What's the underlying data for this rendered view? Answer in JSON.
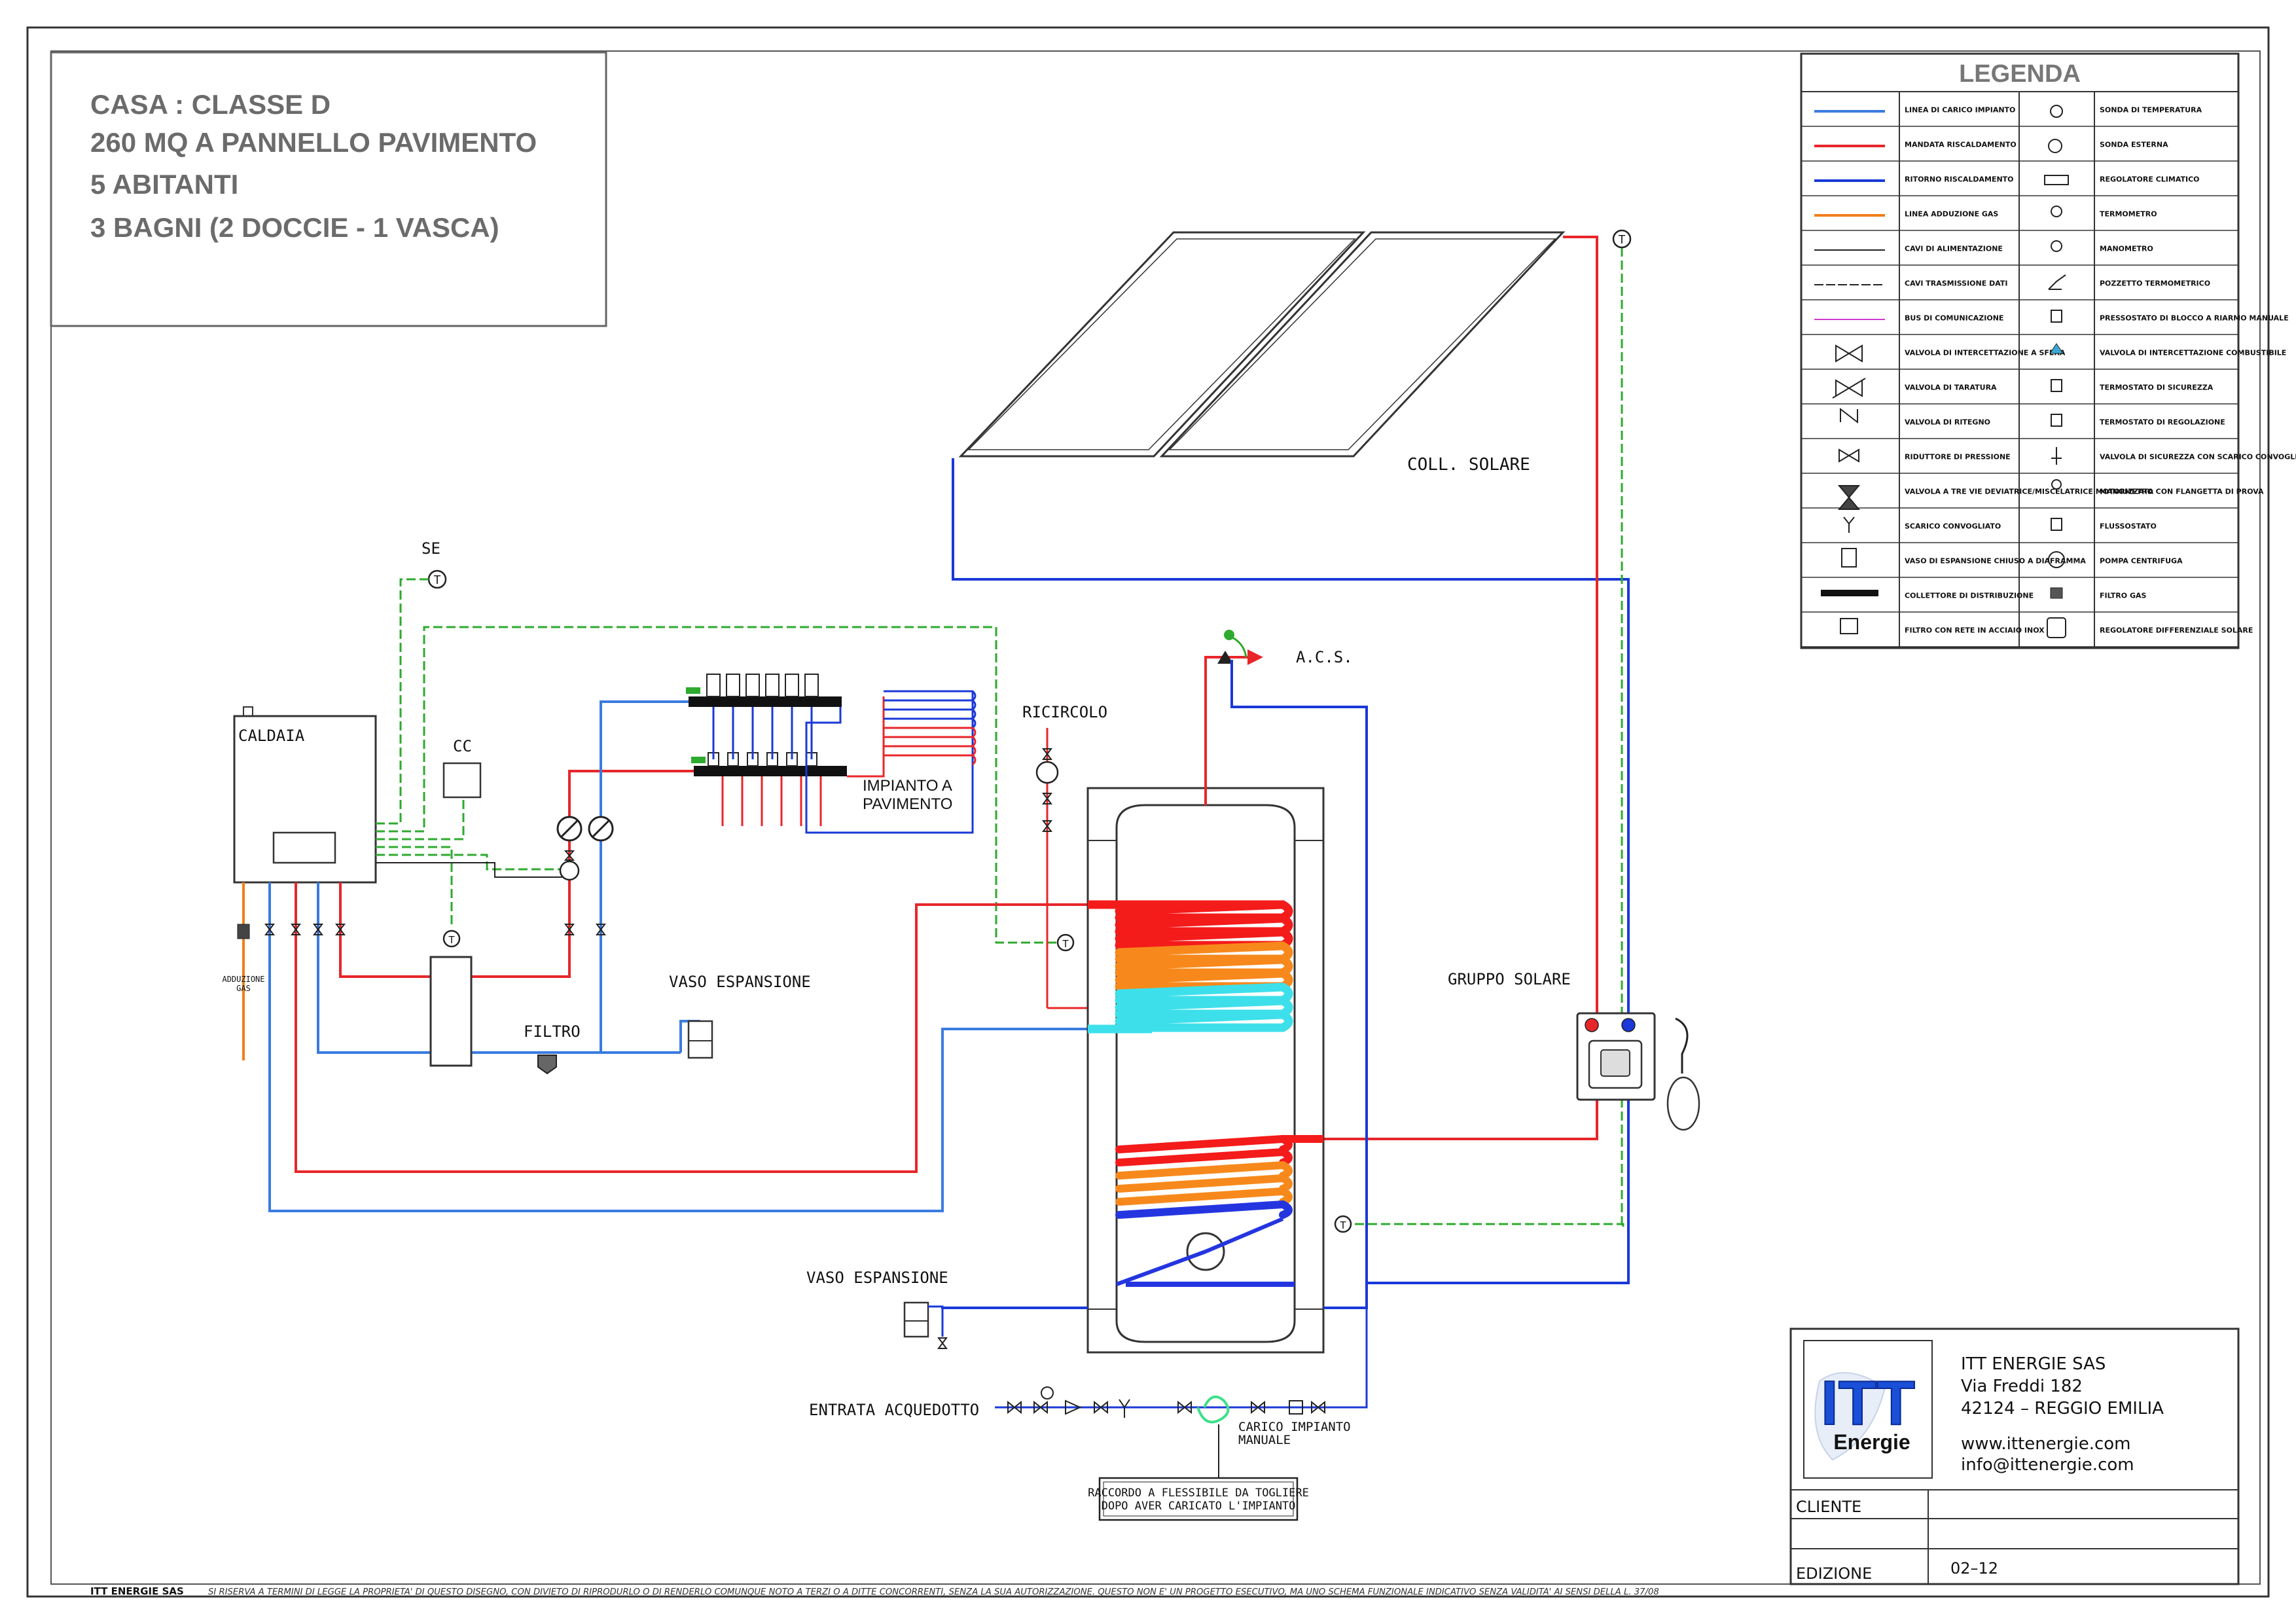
{
  "info_box": {
    "line1": "CASA : CLASSE D",
    "line2": "260 MQ A PANNELLO PAVIMENTO",
    "line3": "5 ABITANTI",
    "line4": "3 BAGNI (2 DOCCIE - 1 VASCA)"
  },
  "labels": {
    "coll_solare": "COLL. SOLARE",
    "se": "SE",
    "caldaia": "CALDAIA",
    "cc": "CC",
    "impianto_line1": "IMPIANTO A",
    "impianto_line2": "PAVIMENTO",
    "ricircolo": "RICIRCOLO",
    "acs": "A.C.S.",
    "vaso_espansione_1": "VASO ESPANSIONE",
    "vaso_espansione_2": "VASO ESPANSIONE",
    "filtro": "FILTRO",
    "gruppo_solare": "GRUPPO SOLARE",
    "adduzione_gas_1": "ADDUZIONE",
    "adduzione_gas_2": "GAS",
    "entrata_acquedotto": "ENTRATA ACQUEDOTTO",
    "carico_1": "CARICO IMPIANTO",
    "carico_2": "MANUALE",
    "raccordo_1": "RACCORDO A FLESSIBILE DA TOGLIERE",
    "raccordo_2": "DOPO AVER CARICATO L'IMPIANTO",
    "sensor_t": "T"
  },
  "legend": {
    "title": "LEGENDA",
    "left": [
      "LINEA DI CARICO IMPIANTO",
      "MANDATA RISCALDAMENTO",
      "RITORNO RISCALDAMENTO",
      "LINEA ADDUZIONE GAS",
      "CAVI DI ALIMENTAZIONE",
      "CAVI TRASMISSIONE DATI",
      "BUS DI COMUNICAZIONE",
      "VALVOLA DI INTERCETTAZIONE A SFERA",
      "VALVOLA DI TARATURA",
      "VALVOLA DI RITEGNO",
      "RIDUTTORE DI PRESSIONE",
      "VALVOLA A TRE VIE DEVIATRICE/MISCELATRICE MOTORIZZATA",
      "SCARICO CONVOGLIATO",
      "VASO DI ESPANSIONE CHIUSO A DIAFRAMMA",
      "COLLETTORE DI DISTRIBUZIONE",
      "FILTRO CON RETE IN ACCIAIO INOX"
    ],
    "right": [
      "SONDA DI TEMPERATURA",
      "SONDA ESTERNA",
      "REGOLATORE CLIMATICO",
      "TERMOMETRO",
      "MANOMETRO",
      "POZZETTO TERMOMETRICO",
      "PRESSOSTATO DI BLOCCO A RIARMO MANUALE",
      "VALVOLA DI INTERCETTAZIONE COMBUSTIBILE",
      "TERMOSTATO DI SICUREZZA",
      "TERMOSTATO DI REGOLAZIONE",
      "VALVOLA DI SICUREZZA CON SCARICO CONVOGLIATO",
      "MANOMETRO CON FLANGETTA DI PROVA",
      "FLUSSOSTATO",
      "POMPA CENTRIFUGA",
      "FILTRO GAS",
      "REGOLATORE DIFFERENZIALE SOLARE"
    ]
  },
  "company": {
    "logo_text": "ITT",
    "logo_sub": "Energie",
    "name": "ITT  ENERGIE  SAS",
    "address": "Via  Freddi  182",
    "city": "42124  –  REGGIO  EMILIA",
    "web": "www.ittenergie.com",
    "email": "info@ittenergie.com"
  },
  "title_block": {
    "cliente_label": "CLIENTE",
    "cliente_value": "",
    "edizione_label": "EDIZIONE",
    "edizione_value": "02–12"
  },
  "footer": {
    "company": "ITT ENERGIE SAS",
    "disclaimer": "SI RISERVA A TERMINI DI LEGGE LA PROPRIETA' DI QUESTO DISEGNO, CON DIVIETO DI RIPRODURLO O DI RENDERLO COMUNQUE NOTO A TERZI O A DITTE CONCORRENTI, SENZA LA SUA AUTORIZZAZIONE. QUESTO NON E' UN PROGETTO ESECUTIVO, MA UNO SCHEMA FUNZIONALE INDICATIVO SENZA VALIDITA' AI SENSI DELLA L. 37/08"
  },
  "colors": {
    "mandata": "#e8262a",
    "ritorno": "#1a39d8",
    "carico": "#3a7be0",
    "gas": "#f07f1a",
    "data": "#2eaa2e",
    "coil_hot": "#f41b1b",
    "coil_warm": "#f7891c",
    "coil_cold": "#3de0ea",
    "coil_blue": "#2435e0"
  }
}
